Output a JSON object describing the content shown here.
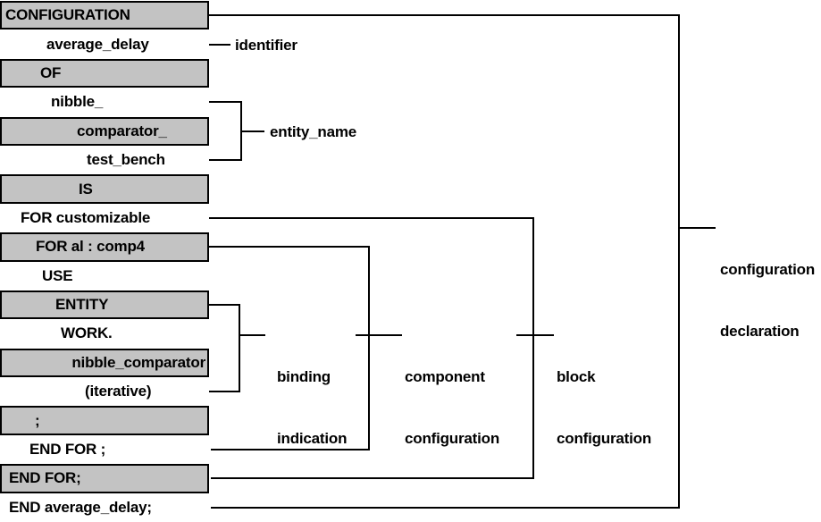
{
  "figure": {
    "type": "vhdl-configuration-syntax-diagram",
    "colors": {
      "keyword_box_fill": "#c3c3c3",
      "line": "#000000",
      "background": "#ffffff"
    },
    "rows": [
      {
        "text": "CONFIGURATION",
        "shaded": true
      },
      {
        "text": "average_delay",
        "shaded": false
      },
      {
        "text": "OF",
        "shaded": true
      },
      {
        "text": "nibble_",
        "shaded": false
      },
      {
        "text": "comparator_",
        "shaded": true
      },
      {
        "text": "test_bench",
        "shaded": false
      },
      {
        "text": "IS",
        "shaded": true
      },
      {
        "text": "FOR customizable",
        "shaded": false
      },
      {
        "text": "FOR al : comp4",
        "shaded": true
      },
      {
        "text": "USE",
        "shaded": false
      },
      {
        "text": "ENTITY",
        "shaded": true
      },
      {
        "text": "WORK.",
        "shaded": false
      },
      {
        "text": "nibble_comparator",
        "shaded": true
      },
      {
        "text": "(iterative)",
        "shaded": false
      },
      {
        "text": ";",
        "shaded": true
      },
      {
        "text": "END FOR ;",
        "shaded": false
      },
      {
        "text": "END FOR;",
        "shaded": true
      },
      {
        "text": "END average_delay;",
        "shaded": false
      }
    ],
    "labels": {
      "identifier": {
        "line1": "identifier"
      },
      "entity_name": {
        "line1": "entity_name"
      },
      "binding": {
        "line1": "binding",
        "line2": "indication"
      },
      "component": {
        "line1": "component",
        "line2": "configuration"
      },
      "block": {
        "line1": "block",
        "line2": "configuration"
      },
      "declaration": {
        "line1": "configuration",
        "line2": "declaration"
      }
    }
  }
}
